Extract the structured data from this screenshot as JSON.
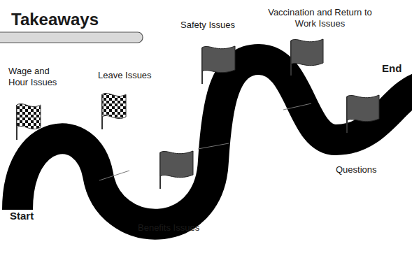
{
  "diagram": {
    "title": "Takeaways",
    "labels": [
      "Wage and Hour Issues",
      "Leave Issues",
      "Safety Issues",
      "Vaccination and Return to Work Issues",
      "End",
      "Questions",
      "Start",
      "Benefits Issues"
    ]
  }
}
